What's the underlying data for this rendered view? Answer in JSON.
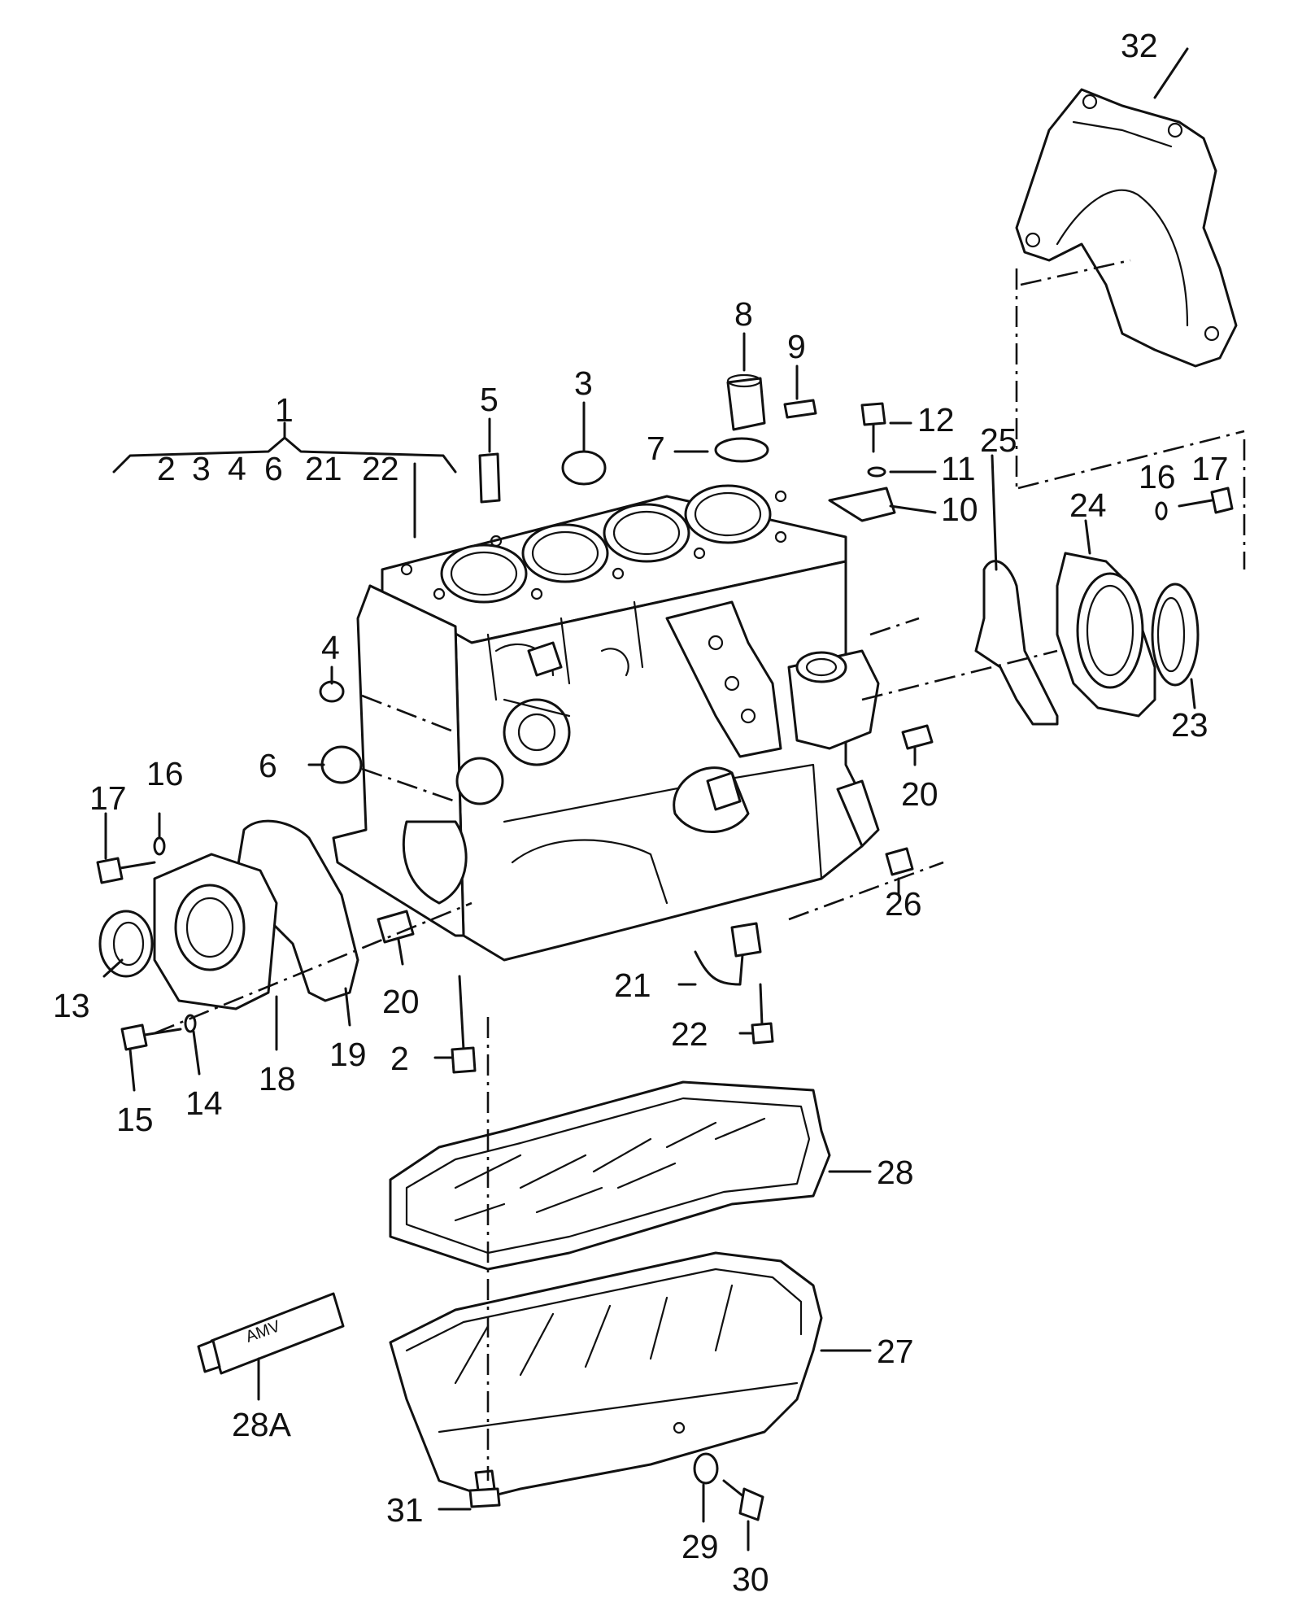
{
  "callouts": {
    "c1": "1",
    "c1_group": [
      "2",
      "3",
      "4",
      "6",
      "21",
      "22"
    ],
    "c2": "2",
    "c3": "3",
    "c4": "4",
    "c5": "5",
    "c6": "6",
    "c7": "7",
    "c8": "8",
    "c9": "9",
    "c10": "10",
    "c11": "11",
    "c12": "12",
    "c13": "13",
    "c14": "14",
    "c15": "15",
    "c16a": "16",
    "c16b": "16",
    "c17a": "17",
    "c17b": "17",
    "c18": "18",
    "c19": "19",
    "c20a": "20",
    "c20b": "20",
    "c21": "21",
    "c22": "22",
    "c23": "23",
    "c24": "24",
    "c25": "25",
    "c26": "26",
    "c27": "27",
    "c28": "28",
    "c28A": "28A",
    "c29": "29",
    "c30": "30",
    "c31": "31",
    "c32": "32"
  },
  "tube_label": "AMV"
}
